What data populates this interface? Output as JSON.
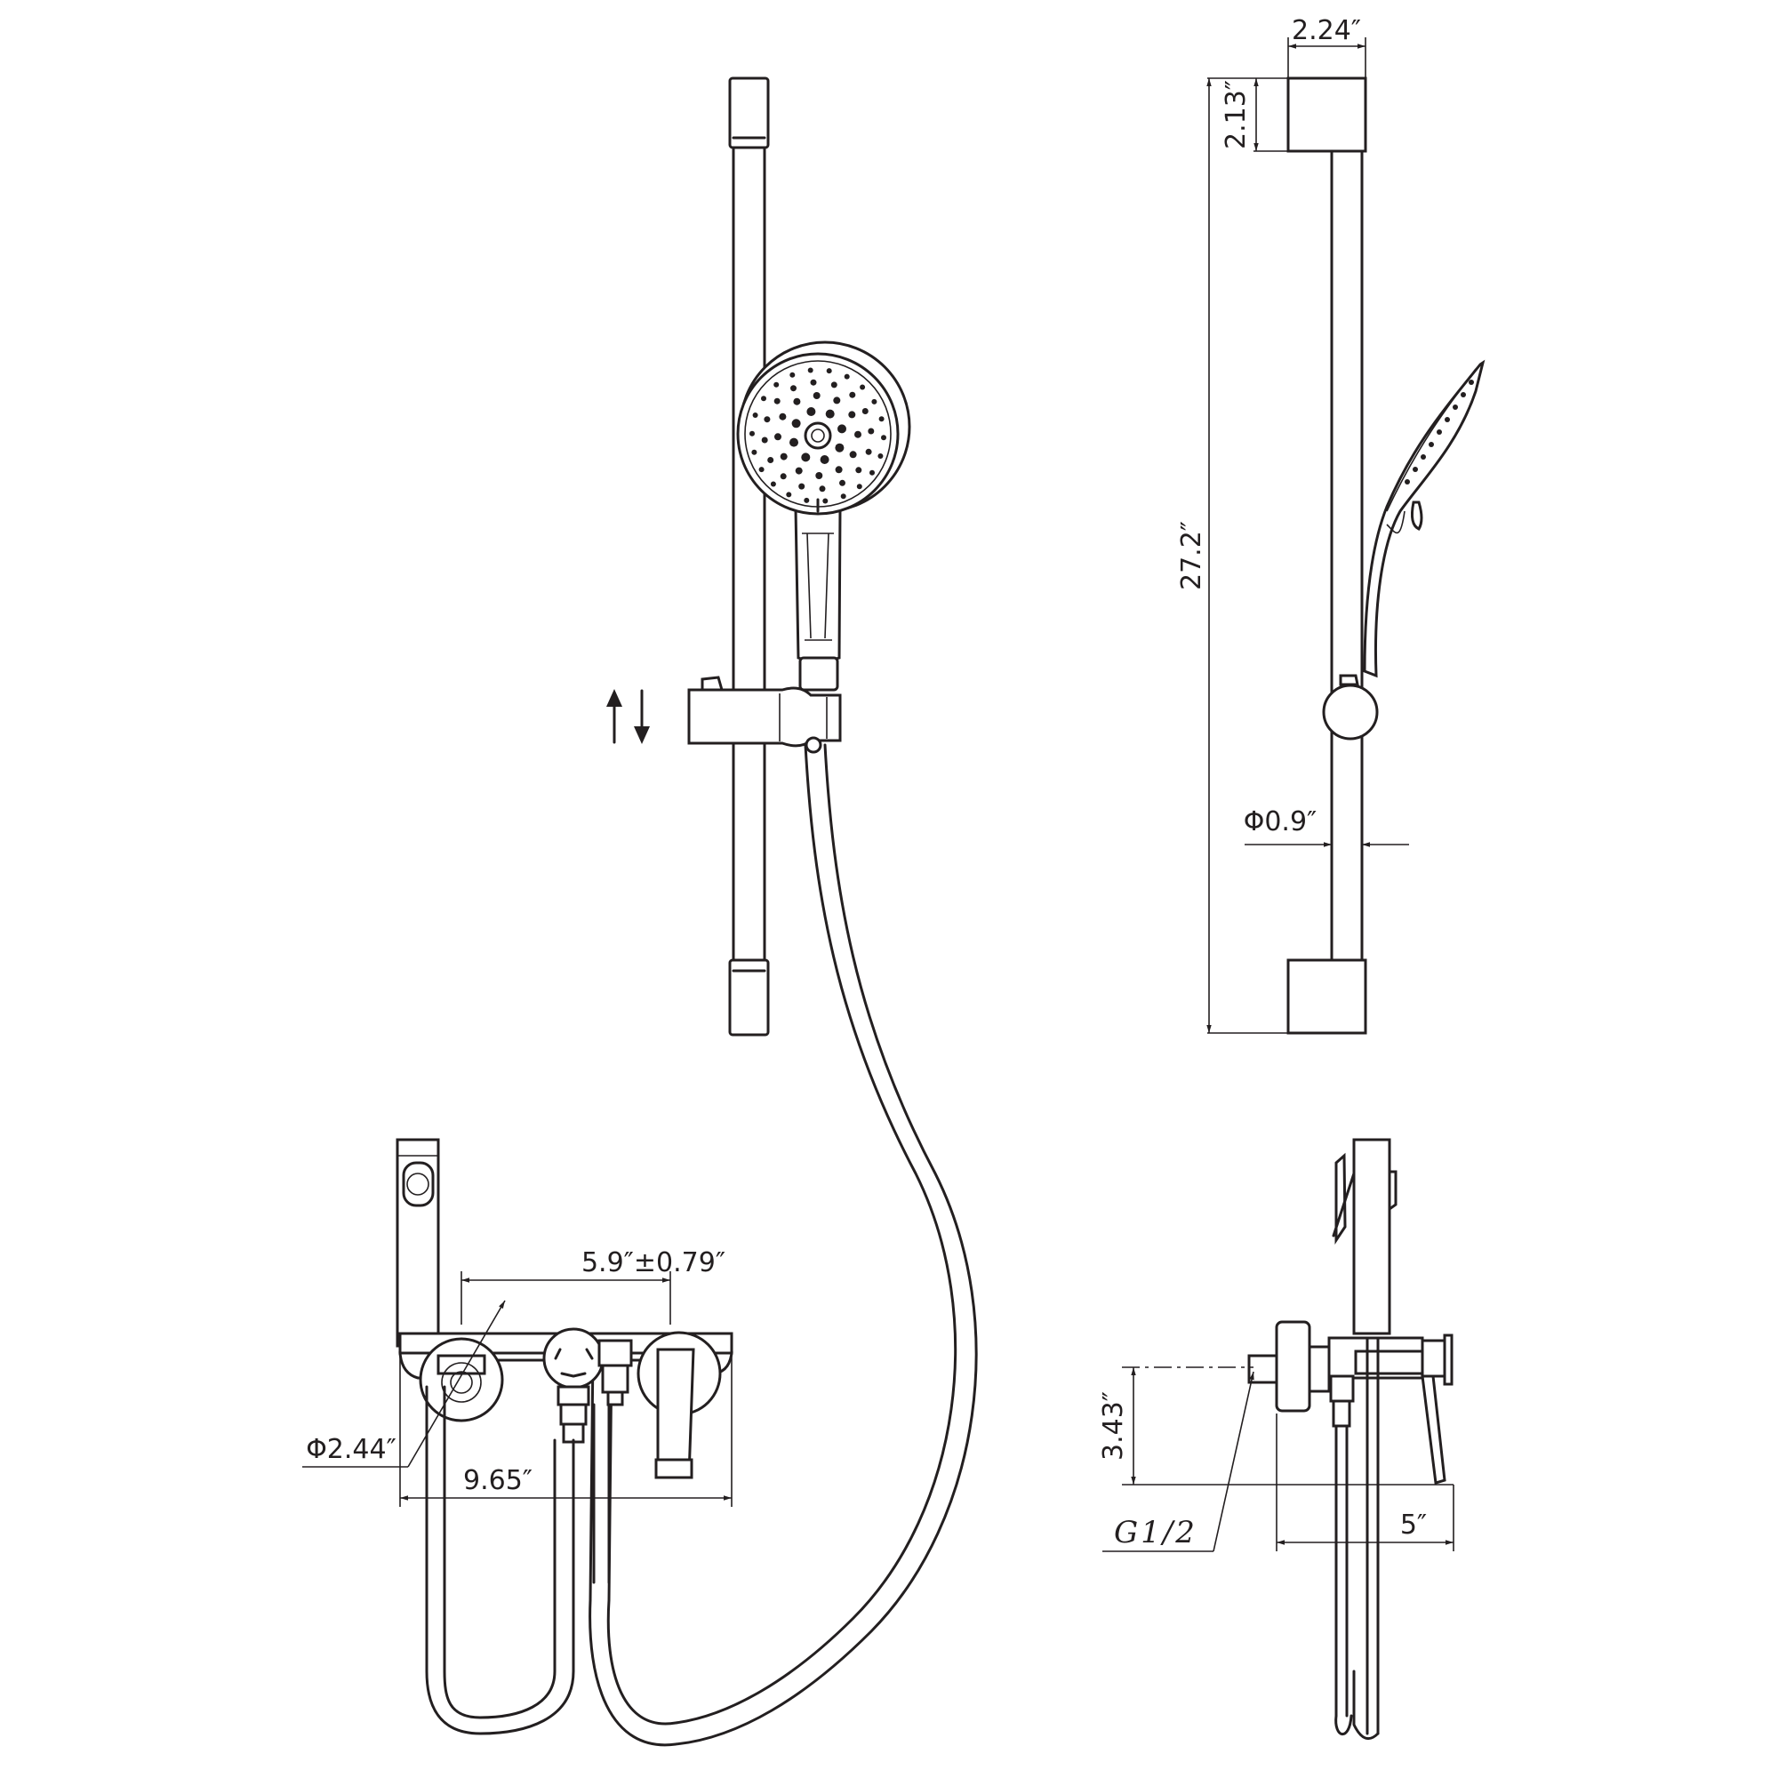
{
  "dimensions": {
    "crossbar_width": "2.24″",
    "crossbar_height": "2.13″",
    "bar_length": "27.2″",
    "bar_diameter": "Φ0.9″",
    "center_spacing": "5.9″±0.79″",
    "escutcheon_diameter": "Φ2.44″",
    "mixer_width": "9.65″",
    "inlet_height": "3.43″",
    "thread": "G1/2",
    "projection": "5″"
  }
}
